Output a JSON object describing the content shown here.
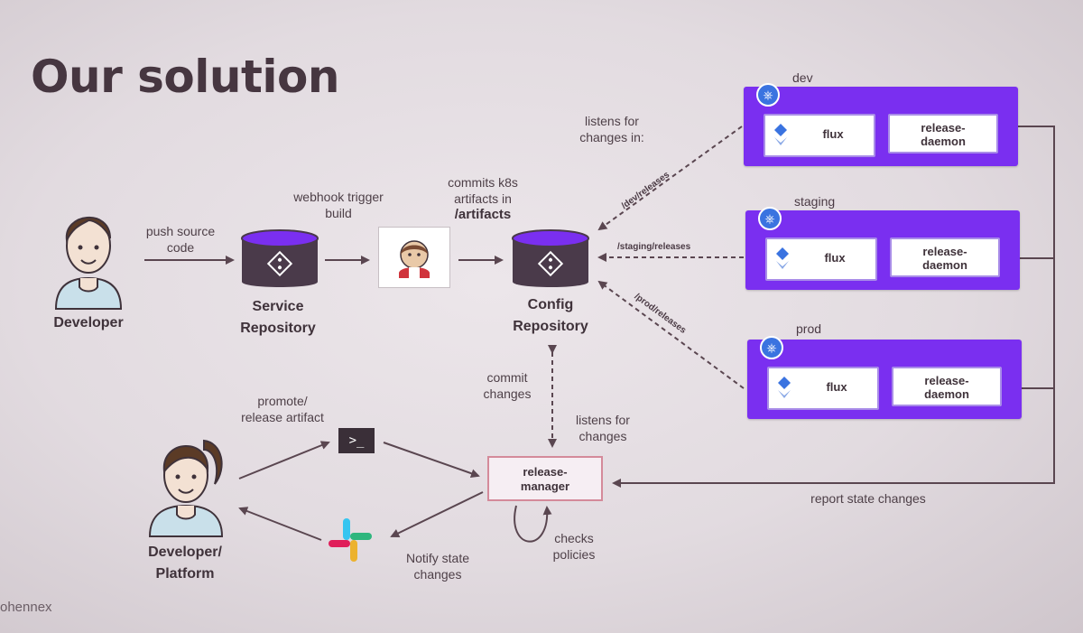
{
  "slide": {
    "title": "Our solution",
    "footer": "ohennex"
  },
  "actors": {
    "developer": "Developer",
    "developer_platform_line1": "Developer/",
    "developer_platform_line2": "Platform"
  },
  "repos": {
    "service_line1": "Service",
    "service_line2": "Repository",
    "config_line1": "Config",
    "config_line2": "Repository"
  },
  "labels": {
    "push_line1": "push source",
    "push_line2": "code",
    "webhook_line1": "webhook trigger",
    "webhook_line2": "build",
    "commits_line1": "commits k8s",
    "commits_line2": "artifacts in",
    "commits_line3": "/artifacts",
    "listens_in_line1": "listens for",
    "listens_in_line2": "changes in:",
    "commit_changes_line1": "commit",
    "commit_changes_line2": "changes",
    "listens_changes_line1": "listens for",
    "listens_changes_line2": "changes",
    "promote_line1": "promote/",
    "promote_line2": "release artifact",
    "notify_line1": "Notify state",
    "notify_line2": "changes",
    "checks_line1": "checks",
    "checks_line2": "policies",
    "report": "report state changes"
  },
  "paths": {
    "dev": "/dev/releases",
    "staging": "/staging/releases",
    "prod": "/prod/releases"
  },
  "release_manager": {
    "line1": "release-",
    "line2": "manager"
  },
  "clusters": [
    {
      "name": "dev",
      "flux": "flux",
      "rd_line1": "release-",
      "rd_line2": "daemon"
    },
    {
      "name": "staging",
      "flux": "flux",
      "rd_line1": "release-",
      "rd_line2": "daemon"
    },
    {
      "name": "prod",
      "flux": "flux",
      "rd_line1": "release-",
      "rd_line2": "daemon"
    }
  ],
  "colors": {
    "cluster": "#7a2ff0",
    "repo": "#4a3a4a",
    "arrow": "#5a4650",
    "k8s": "#3a73e0"
  },
  "icons": {
    "terminal": "terminal-icon",
    "slack": "slack-icon",
    "jenkins": "jenkins-icon",
    "kubernetes": "kubernetes-icon",
    "flux": "flux-icon",
    "git": "git-icon"
  }
}
